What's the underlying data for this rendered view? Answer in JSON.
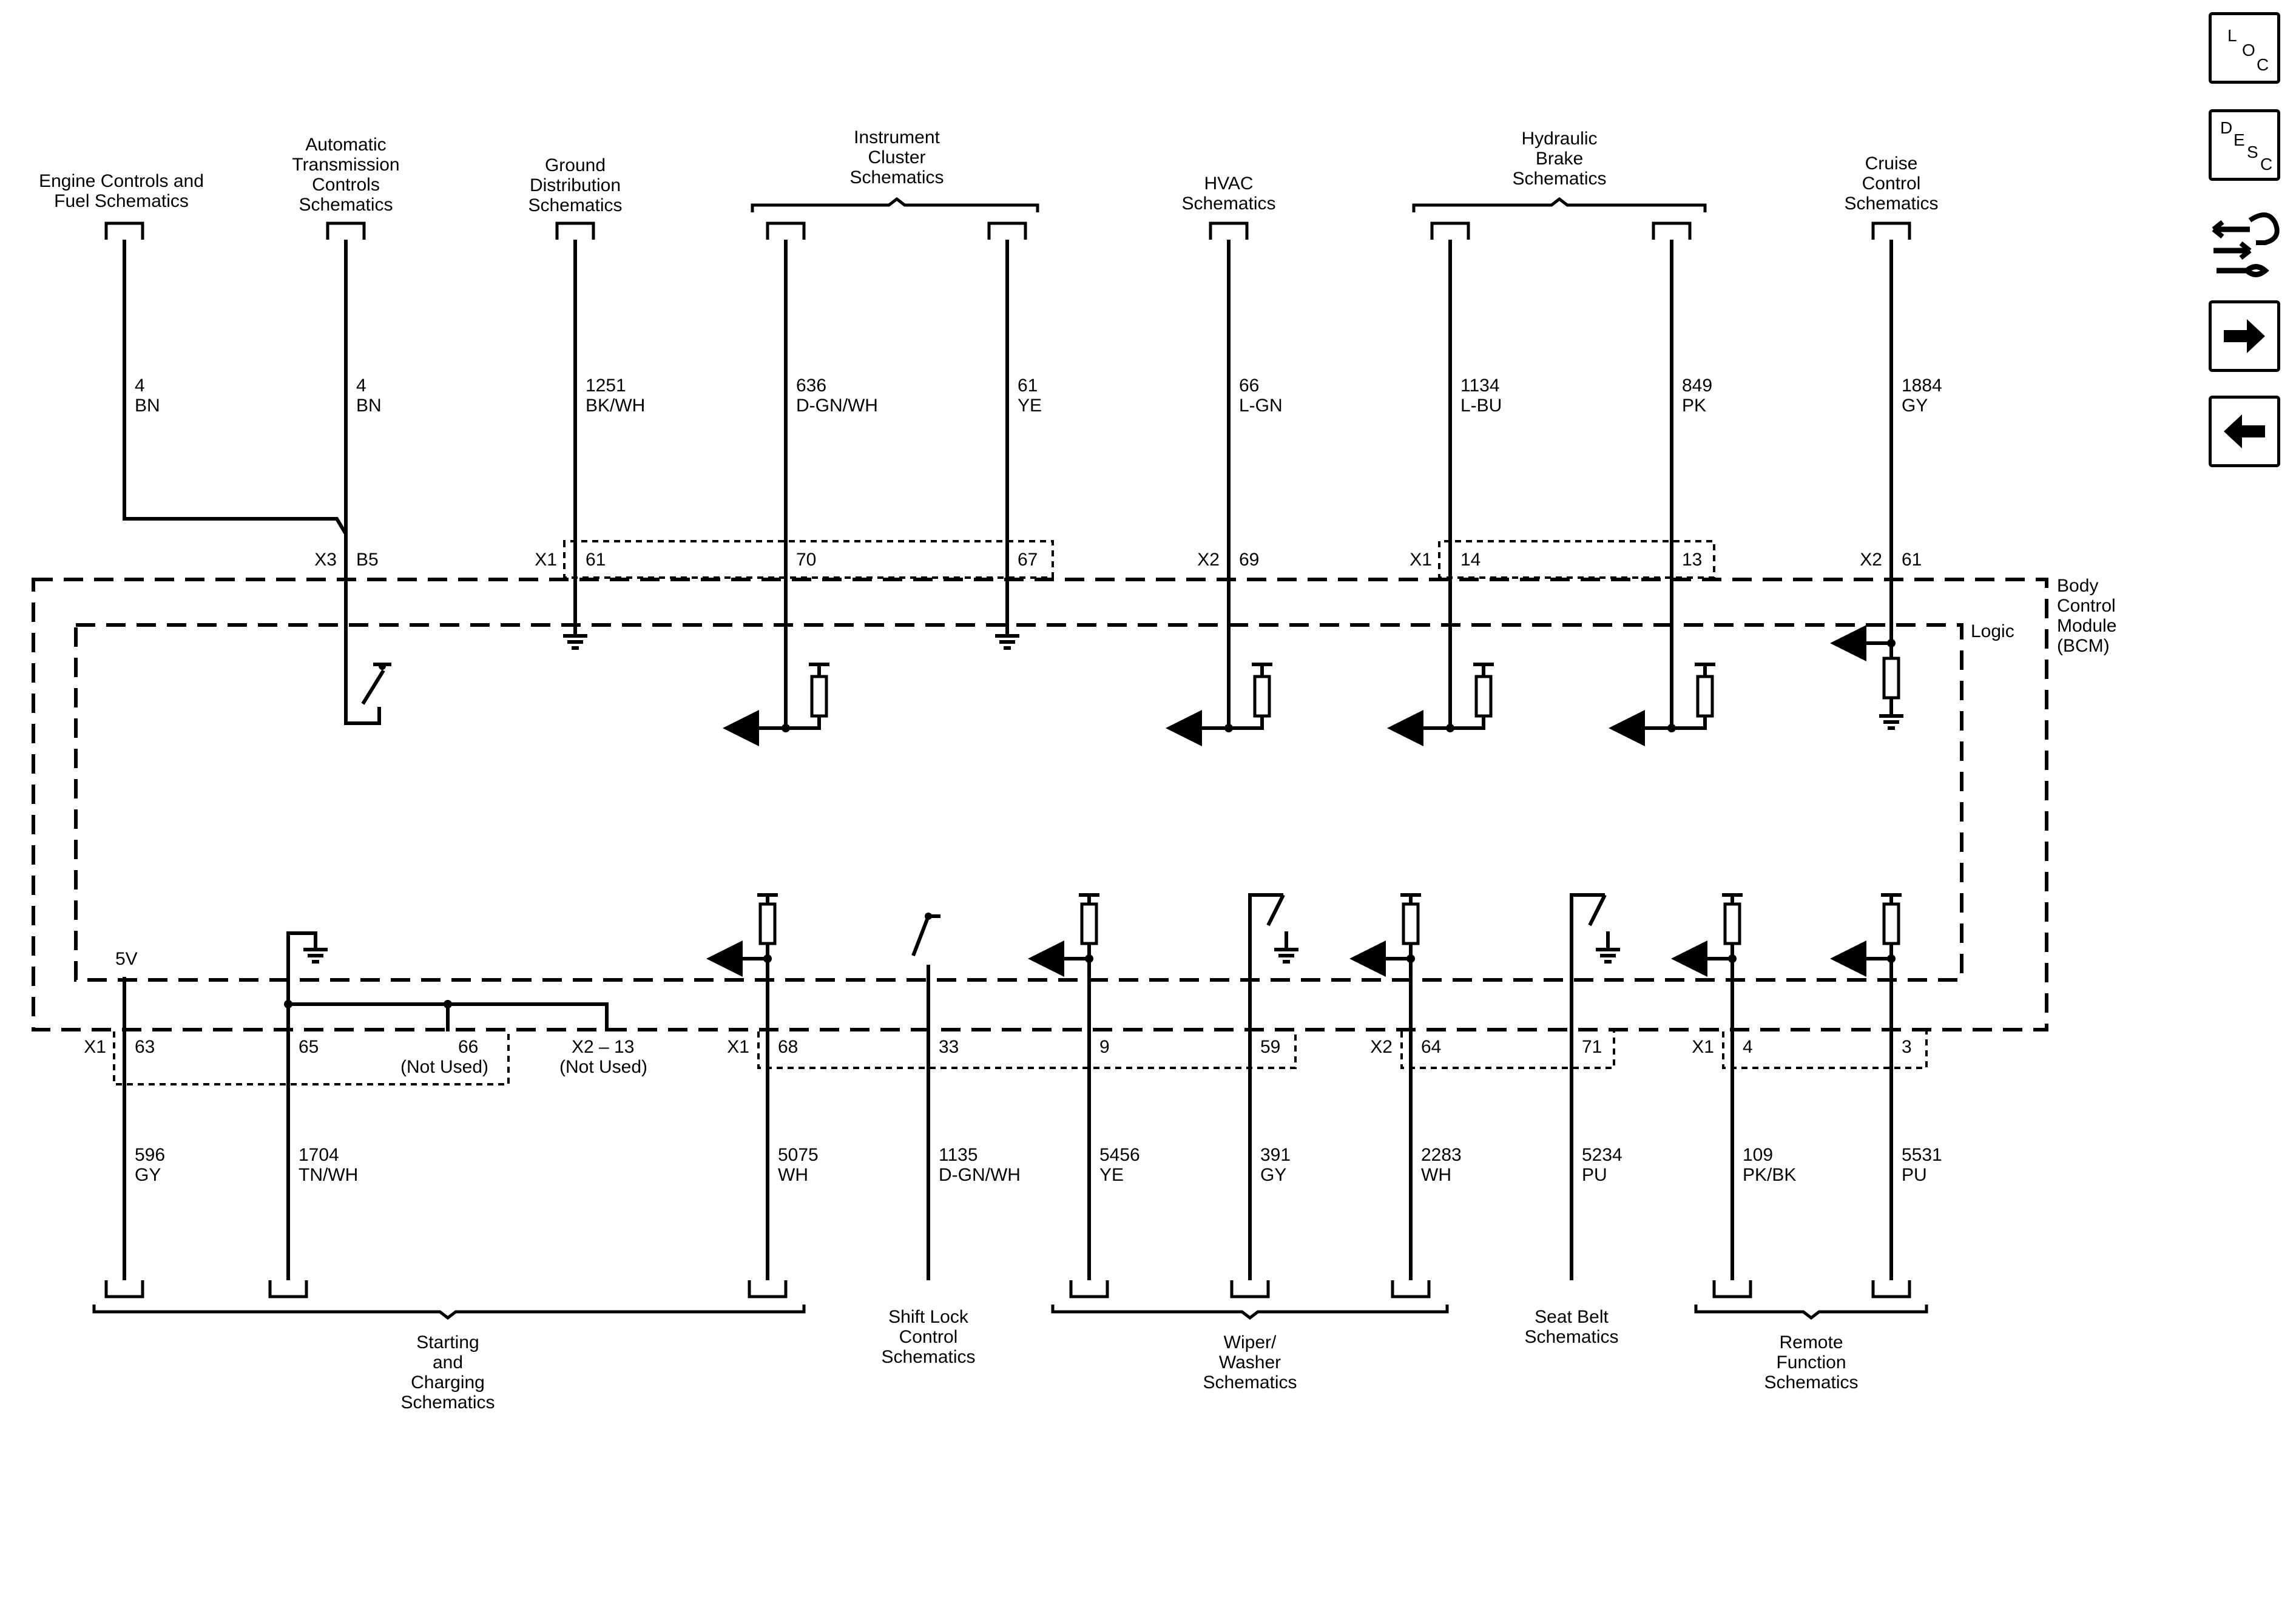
{
  "top_destinations": [
    {
      "id": "engine",
      "lines": [
        "Engine Controls and",
        "Fuel Schematics"
      ]
    },
    {
      "id": "atc",
      "lines": [
        "Automatic",
        "Transmission",
        "Controls",
        "Schematics"
      ]
    },
    {
      "id": "ground",
      "lines": [
        "Ground",
        "Distribution",
        "Schematics"
      ]
    },
    {
      "id": "ic",
      "lines": [
        "Instrument",
        "Cluster",
        "Schematics"
      ]
    },
    {
      "id": "hvac",
      "lines": [
        "HVAC",
        "Schematics"
      ]
    },
    {
      "id": "brake",
      "lines": [
        "Hydraulic",
        "Brake",
        "Schematics"
      ]
    },
    {
      "id": "cruise",
      "lines": [
        "Cruise",
        "Control",
        "Schematics"
      ]
    }
  ],
  "bottom_destinations": [
    {
      "id": "starting",
      "lines": [
        "Starting",
        "and",
        "Charging",
        "Schematics"
      ]
    },
    {
      "id": "shiftlock",
      "lines": [
        "Shift Lock",
        "Control",
        "Schematics"
      ]
    },
    {
      "id": "wiper",
      "lines": [
        "Wiper/",
        "Washer",
        "Schematics"
      ]
    },
    {
      "id": "seatbelt",
      "lines": [
        "Seat Belt",
        "Schematics"
      ]
    },
    {
      "id": "remote",
      "lines": [
        "Remote",
        "Function",
        "Schematics"
      ]
    }
  ],
  "top_wires": [
    {
      "circuit": "4",
      "color": "BN"
    },
    {
      "circuit": "4",
      "color": "BN"
    },
    {
      "circuit": "1251",
      "color": "BK/WH"
    },
    {
      "circuit": "636",
      "color": "D-GN/WH"
    },
    {
      "circuit": "61",
      "color": "YE"
    },
    {
      "circuit": "66",
      "color": "L-GN"
    },
    {
      "circuit": "1134",
      "color": "L-BU"
    },
    {
      "circuit": "849",
      "color": "PK"
    },
    {
      "circuit": "1884",
      "color": "GY"
    }
  ],
  "top_pins": [
    {
      "connector": "X3",
      "pin": "B5"
    },
    {
      "connector": "X1",
      "pin": "61"
    },
    {
      "connector": "",
      "pin": "70"
    },
    {
      "connector": "",
      "pin": "67"
    },
    {
      "connector": "X2",
      "pin": "69"
    },
    {
      "connector": "X1",
      "pin": "14"
    },
    {
      "connector": "",
      "pin": "13"
    },
    {
      "connector": "X2",
      "pin": "61"
    }
  ],
  "bottom_pins": [
    {
      "connector": "X1",
      "pin": "63"
    },
    {
      "connector": "",
      "pin": "65"
    },
    {
      "connector": "",
      "pin": "66",
      "note": "(Not Used)"
    },
    {
      "connector": "",
      "pin": "X2 – 13",
      "note": "(Not Used)"
    },
    {
      "connector": "X1",
      "pin": "68"
    },
    {
      "connector": "",
      "pin": "33"
    },
    {
      "connector": "",
      "pin": "9"
    },
    {
      "connector": "",
      "pin": "59"
    },
    {
      "connector": "X2",
      "pin": "64"
    },
    {
      "connector": "",
      "pin": "71"
    },
    {
      "connector": "X1",
      "pin": "4"
    },
    {
      "connector": "",
      "pin": "3"
    }
  ],
  "bottom_wires": [
    {
      "circuit": "596",
      "color": "GY"
    },
    {
      "circuit": "1704",
      "color": "TN/WH"
    },
    {
      "circuit": "5075",
      "color": "WH"
    },
    {
      "circuit": "1135",
      "color": "D-GN/WH"
    },
    {
      "circuit": "5456",
      "color": "YE"
    },
    {
      "circuit": "391",
      "color": "GY"
    },
    {
      "circuit": "2283",
      "color": "WH"
    },
    {
      "circuit": "5234",
      "color": "PU"
    },
    {
      "circuit": "109",
      "color": "PK/BK"
    },
    {
      "circuit": "5531",
      "color": "PU"
    }
  ],
  "module": {
    "lines": [
      "Body",
      "Control",
      "Module",
      "(BCM)"
    ],
    "logic_label": "Logic",
    "supply_label": "5V"
  },
  "nav": {
    "loc": [
      "L",
      "O",
      "C"
    ],
    "desc": [
      "D",
      "E",
      "S",
      "C"
    ],
    "connector_icon": "connector-tool-icon",
    "next_icon": "arrow-right-icon",
    "prev_icon": "arrow-left-icon"
  }
}
